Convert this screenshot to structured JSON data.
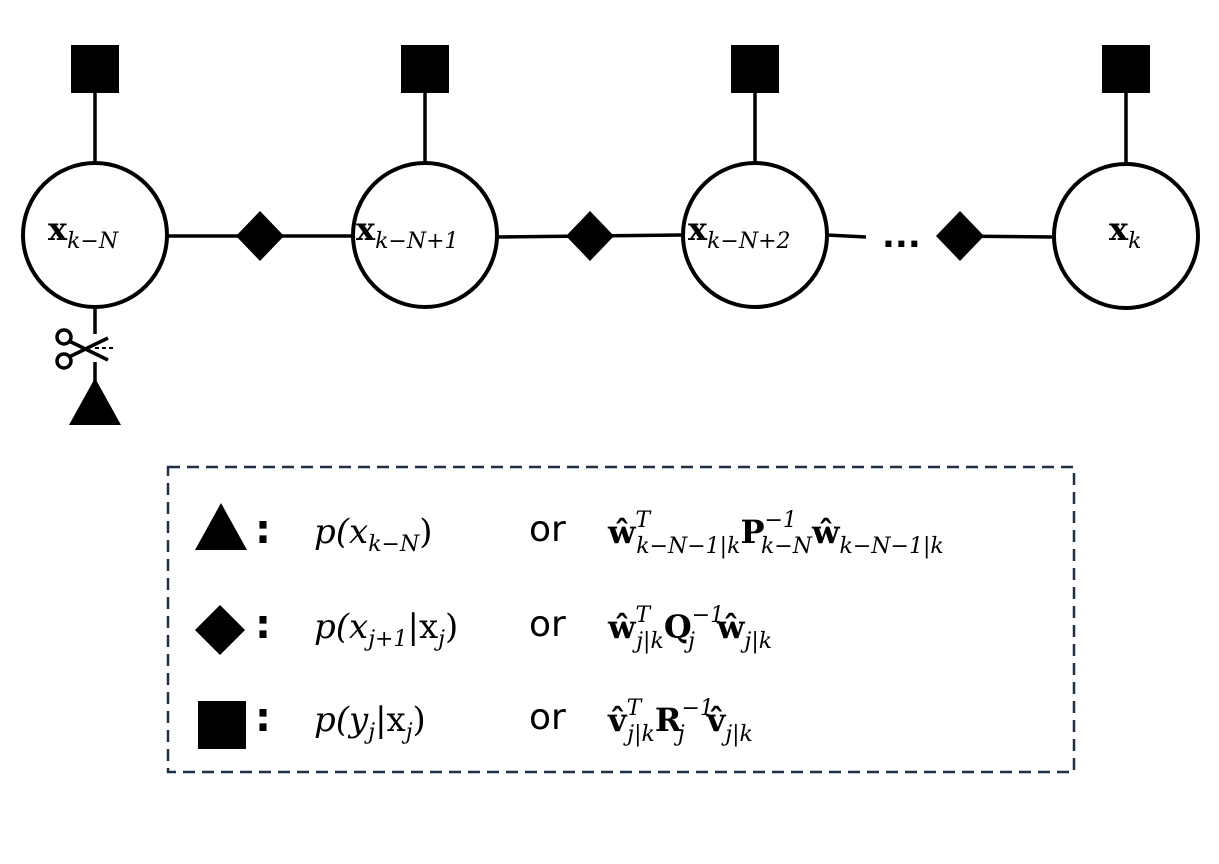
{
  "graph": {
    "nodes": [
      {
        "main": "x",
        "sub": "k−N"
      },
      {
        "main": "x",
        "sub": "k−N+1"
      },
      {
        "main": "x",
        "sub": "k−N+2"
      },
      {
        "main": "x",
        "sub": "k"
      }
    ],
    "ellipsis": "...",
    "cut_icon": "scissors-icon"
  },
  "legend": {
    "rows": [
      {
        "symbol": "triangle",
        "colon": ":",
        "prob_text": "p(x",
        "prob_sub": "k−N",
        "prob_close": ")",
        "or_label": "or",
        "cost_text": "ŵ",
        "cost_sup": "T",
        "cost_sub1": "k−N−1|k",
        "cost_mid": "P",
        "cost_mid_sup": "−1",
        "cost_mid_sub": "k−N",
        "cost_end": "ŵ",
        "cost_end_sub": "k−N−1|k"
      },
      {
        "symbol": "diamond",
        "colon": ":",
        "prob_text": "p(x",
        "prob_sub": "j+1",
        "prob_bar": "|x",
        "prob_sub2": "j",
        "prob_close": ")",
        "or_label": "or",
        "cost_text": "ŵ",
        "cost_sup": "T",
        "cost_sub1": "j|k",
        "cost_mid": "Q",
        "cost_mid_sup": "−1",
        "cost_mid_sub": "j",
        "cost_end": "ŵ",
        "cost_end_sub": "j|k"
      },
      {
        "symbol": "square",
        "colon": ":",
        "prob_text": "p(y",
        "prob_sub": "j",
        "prob_bar": "|x",
        "prob_sub2": "j",
        "prob_close": ")",
        "or_label": "or",
        "cost_text": "v̂",
        "cost_sup": "T",
        "cost_sub1": "j|k",
        "cost_mid": "R",
        "cost_mid_sup": "−1",
        "cost_mid_sub": "j",
        "cost_end": "v̂",
        "cost_end_sub": "j|k"
      }
    ]
  }
}
